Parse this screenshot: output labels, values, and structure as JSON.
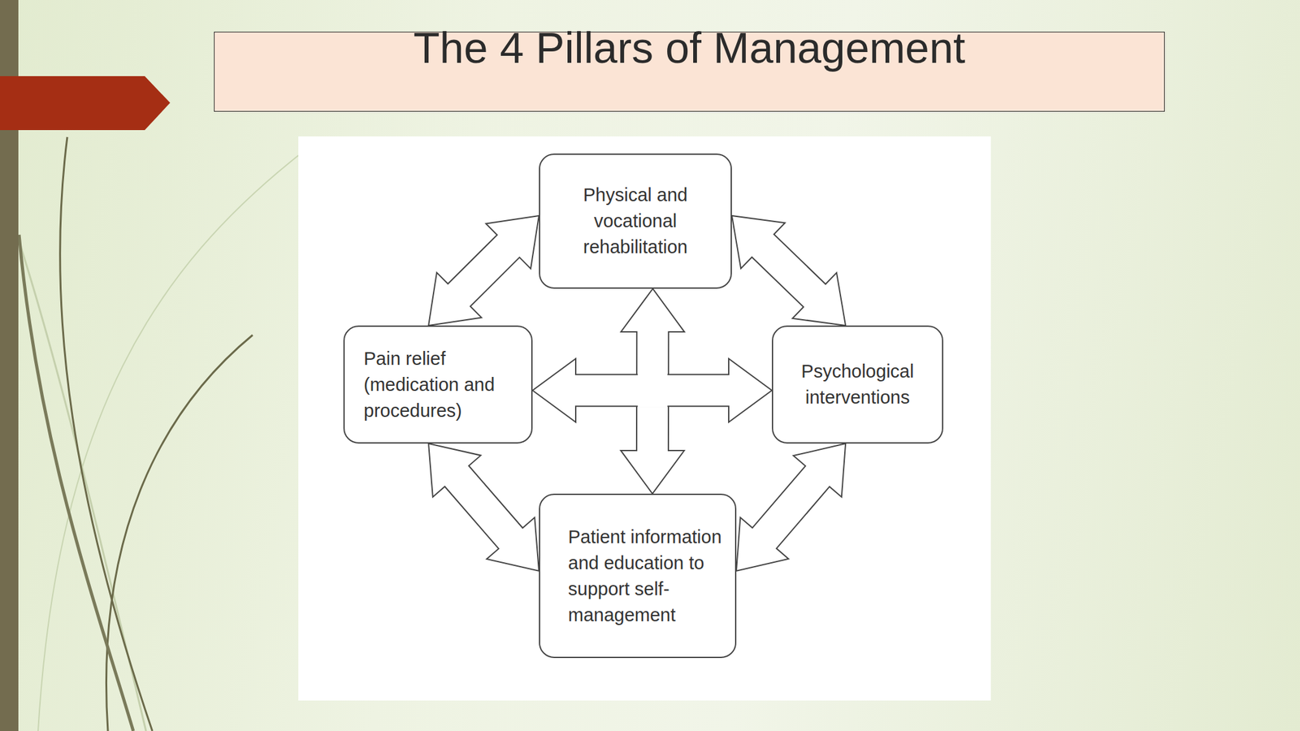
{
  "diagram": {
    "title": "The 4 Pillars of Management",
    "nodes": [
      {
        "text": [
          "Physical and vocational rehabilitation"
        ]
      },
      {
        "text": [
          "Pain relief (medication and procedures)"
        ]
      },
      {
        "text": [
          "Psychological interventions"
        ]
      },
      {
        "text": [
          "Patient information and education to support self-management"
        ]
      }
    ],
    "edges": [
      {
        "from": 0,
        "to": 1,
        "arrow": "both"
      },
      {
        "from": 0,
        "to": 2,
        "arrow": "both"
      },
      {
        "from": 0,
        "to": 3,
        "arrow": "both"
      },
      {
        "from": 1,
        "to": 2,
        "arrow": "both"
      },
      {
        "from": 1,
        "to": 3,
        "arrow": "both"
      },
      {
        "from": 2,
        "to": 3,
        "arrow": "both"
      }
    ]
  }
}
